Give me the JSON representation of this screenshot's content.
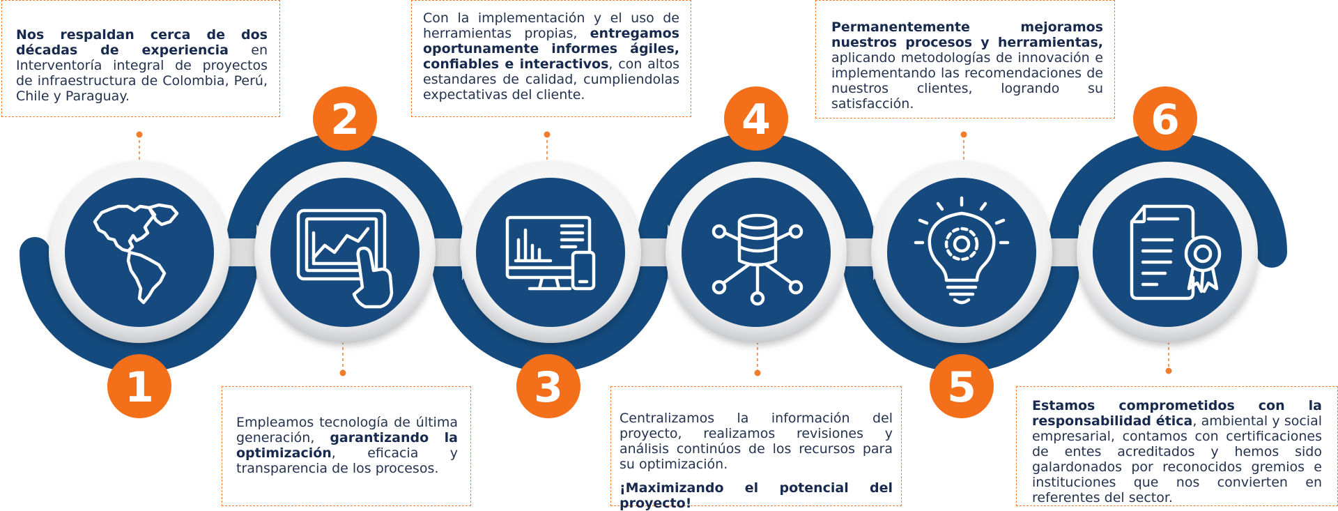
{
  "colors": {
    "navy": "#144a7d",
    "navy_dark": "#123a66",
    "orange": "#f46f1a",
    "gray_ring": "#d9dadc",
    "arrow": "#dcdcdc",
    "dashed_border": "#f07d2c"
  },
  "steps": [
    {
      "number": "1",
      "icon": "americas-map-icon",
      "text": {
        "bold_1": "Nos respaldan cerca de dos décadas de experiencia",
        "normal_1": " en Interventoría integral de proyectos de infraestructura de Colombia, Perú, Chile y Paraguay."
      }
    },
    {
      "number": "2",
      "icon": "touch-screen-chart-icon",
      "text": {
        "normal_1": "Empleamos tecnología de última generación, ",
        "bold_1": "garantizando la optimización",
        "normal_2": ", eficacia y transparencia de los procesos."
      }
    },
    {
      "number": "3",
      "icon": "monitor-dashboard-icon",
      "text": {
        "normal_1": "Con la implementación y el uso de herramientas propias, ",
        "bold_1": "entregamos oportunamente informes ágiles, confiables e interactivos",
        "normal_2": ", con altos estandares de calidad, cumpliendolas expectativas del cliente."
      }
    },
    {
      "number": "4",
      "icon": "database-network-icon",
      "text": {
        "normal_1": "Centralizamos la información del proyecto, realizamos revisiones y análisis continúos de los recursos para su optimización.",
        "tagline": "¡Maximizando el potencial del proyecto!"
      }
    },
    {
      "number": "5",
      "icon": "lightbulb-gear-icon",
      "text": {
        "bold_1": "Permanentemente mejoramos nuestros procesos y herramientas,",
        "normal_1": " aplicando metodologías de innovación e implementando las recomendaciones de nuestros clientes, logrando su satisfacción."
      }
    },
    {
      "number": "6",
      "icon": "certificate-award-icon",
      "text": {
        "bold_1": "Estamos comprometidos con la responsabilidad ética",
        "normal_1": ", ambiental y social empresarial, contamos con certificaciones de entes acreditados y hemos sido galardonados por reconocidos gremios e instituciones que nos convierten en referentes del sector."
      }
    }
  ]
}
